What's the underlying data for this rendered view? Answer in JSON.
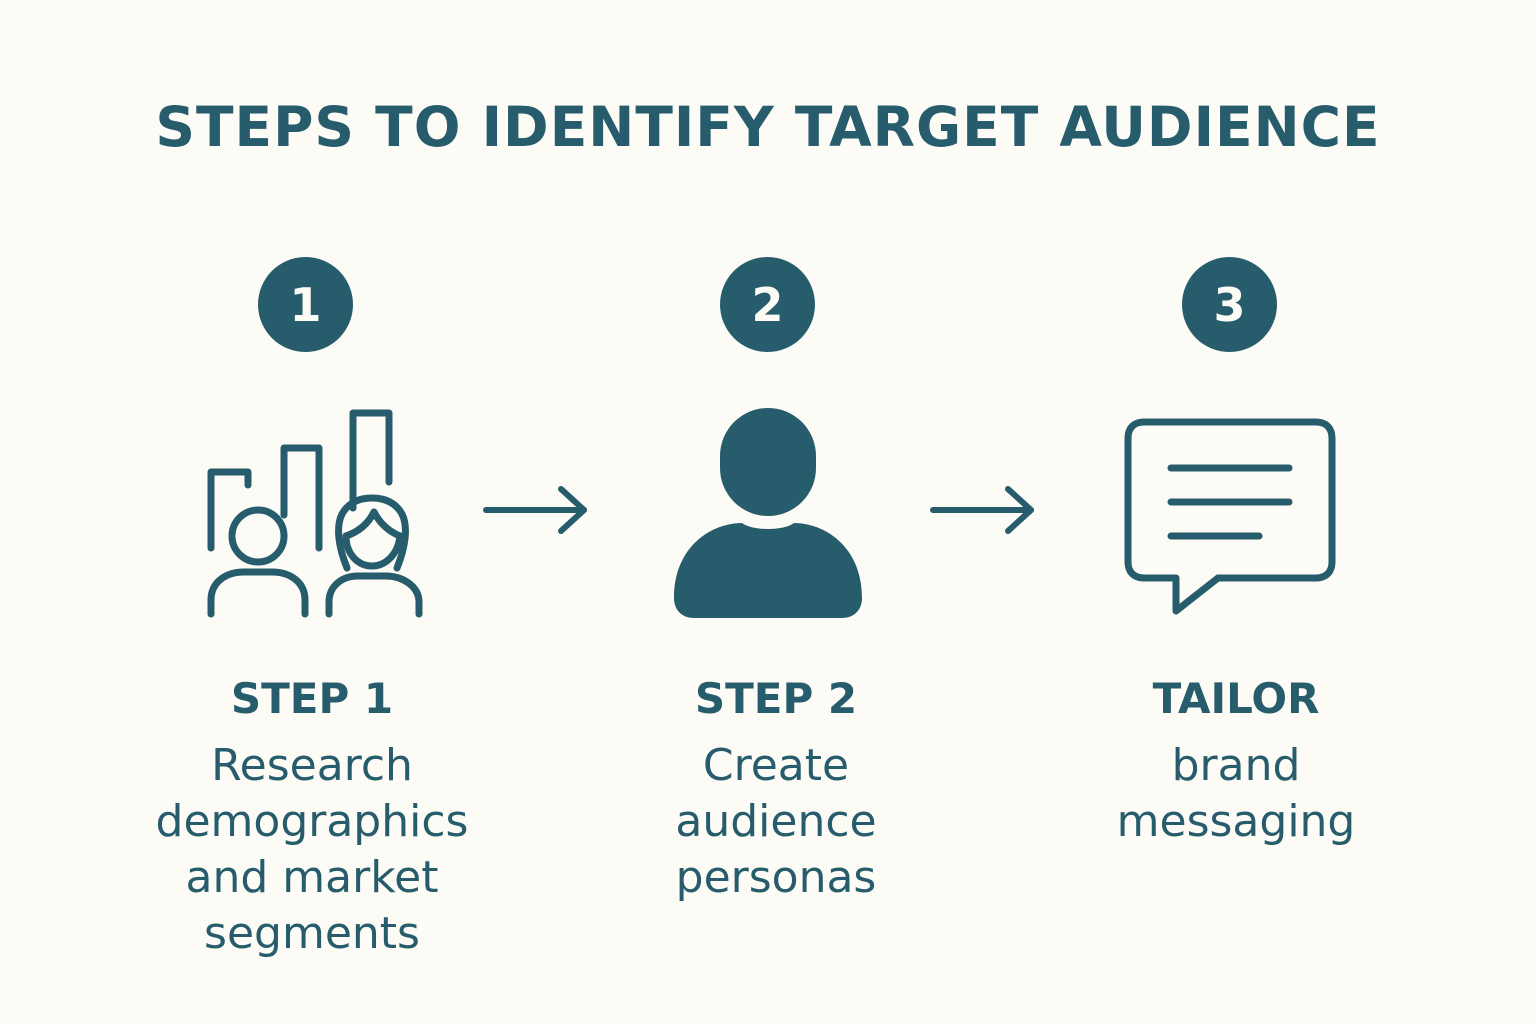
{
  "title": "STEPS TO IDENTIFY TARGET AUDIENCE",
  "colors": {
    "primary": "#265c6b",
    "background": "#fcfbf6"
  },
  "steps": [
    {
      "number": "1",
      "icon": "audience-research-icon",
      "heading": "STEP 1",
      "description": "Research\ndemographics\nand market\nsegments"
    },
    {
      "number": "2",
      "icon": "person-icon",
      "heading": "STEP 2",
      "description": "Create\naudience\npersonas"
    },
    {
      "number": "3",
      "icon": "message-icon",
      "heading": "TAILOR",
      "description": "brand\nmessaging"
    }
  ],
  "connectors": [
    "arrow-right-icon",
    "arrow-right-icon"
  ]
}
